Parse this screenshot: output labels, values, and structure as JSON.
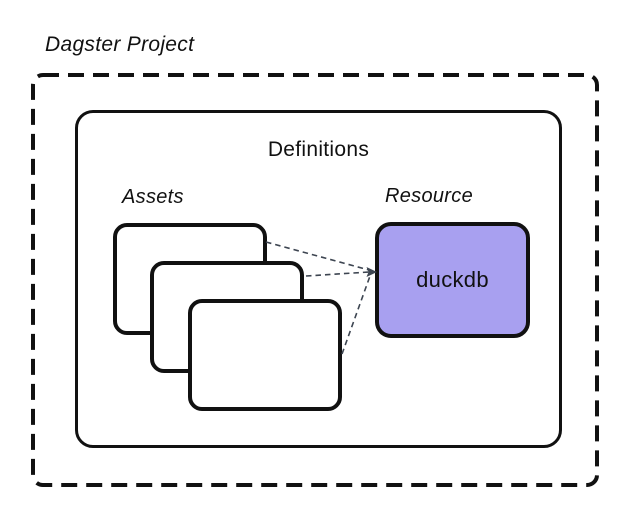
{
  "diagram": {
    "title": "Dagster Project",
    "definitions": {
      "label": "Definitions"
    },
    "assets": {
      "label": "Assets",
      "card_count": 3
    },
    "resource": {
      "label": "Resource",
      "name": "duckdb"
    },
    "connectors": {
      "count": 3,
      "from": "asset cards",
      "to": "duckdb resource",
      "style": "dashed-arrow"
    },
    "colors": {
      "resource_fill": "#a8a0f0",
      "border": "#111111",
      "connector": "#3d4551",
      "background": "#ffffff"
    }
  }
}
